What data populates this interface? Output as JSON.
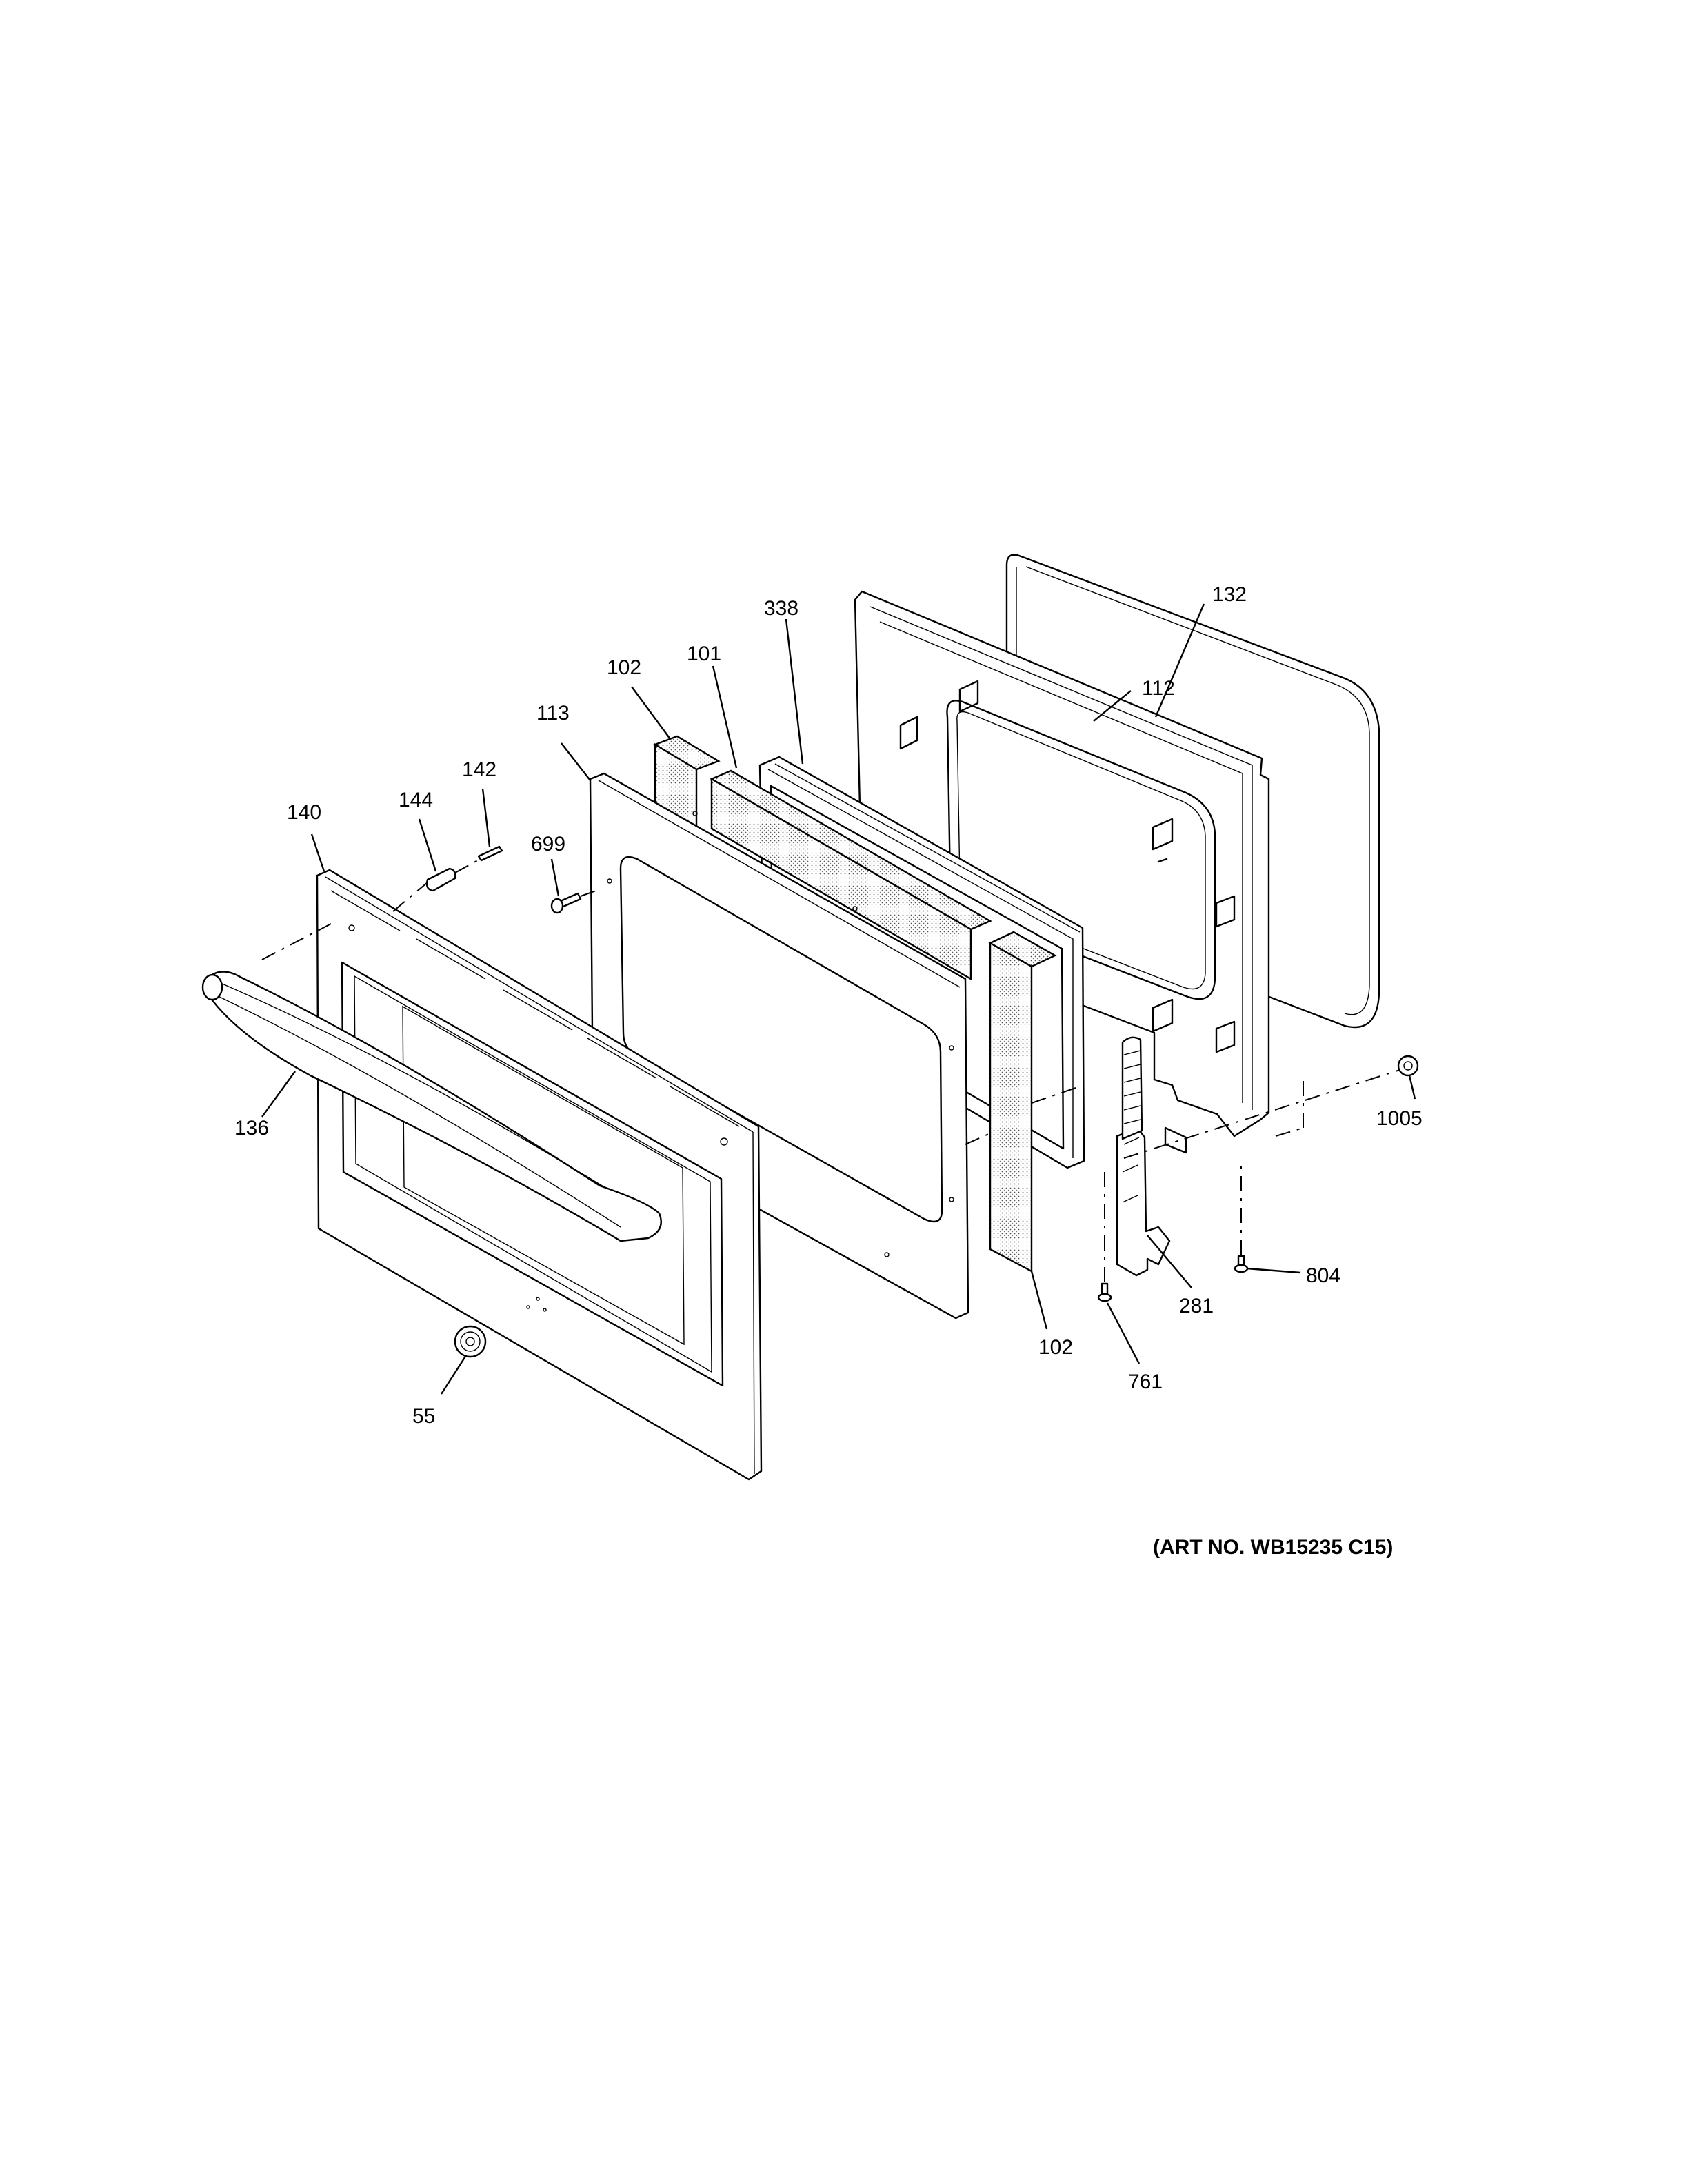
{
  "art_number": "(ART NO. WB15235 C15)",
  "callouts": {
    "c132": "132",
    "c112": "112",
    "c338": "338",
    "c101": "101",
    "c102_top": "102",
    "c113": "113",
    "c142": "142",
    "c144": "144",
    "c140": "140",
    "c699": "699",
    "c136": "136",
    "c55": "55",
    "c102_bottom": "102",
    "c761": "761",
    "c281": "281",
    "c804": "804",
    "c1005": "1005"
  }
}
